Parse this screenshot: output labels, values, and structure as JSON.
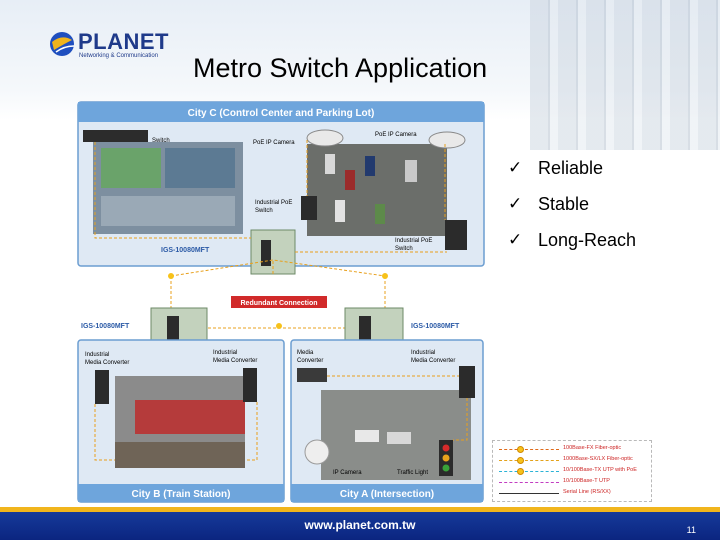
{
  "logo": {
    "brand": "PLANET",
    "tagline": "Networking & Communication"
  },
  "slide": {
    "title": "Metro Switch Application",
    "page_number": "11"
  },
  "bullets": [
    {
      "icon": "checkmark-icon",
      "text": "Reliable"
    },
    {
      "icon": "checkmark-icon",
      "text": "Stable"
    },
    {
      "icon": "checkmark-icon",
      "text": "Long-Reach"
    }
  ],
  "footer": {
    "url": "www.planet.com.tw"
  },
  "diagram": {
    "city_c": "City C (Control Center and Parking Lot)",
    "city_b": "City B (Train Station)",
    "city_a": "City A (Intersection)",
    "redundant": "Redundant Connection",
    "labels": {
      "switch": "Switch",
      "poe_cam_1": "PoE IP Camera",
      "poe_cam_2": "PoE IP Camera",
      "industrial_poe": "Industrial PoE",
      "industrial_poe_2": "Switch",
      "industrial_poe_sw": "Industrial PoE",
      "industrial_poe_sw_2": "Switch",
      "igs_c": "IGS-10080MFT",
      "igs_b": "IGS-10080MFT",
      "igs_a": "IGS-10080MFT",
      "imc_b1": "Industrial",
      "imc_b1_2": "Media Converter",
      "imc_b2": "Industrial",
      "imc_b2_2": "Media Converter",
      "mc_a": "Media",
      "mc_a_2": "Converter",
      "imc_a": "Industrial",
      "imc_a_2": "Media Converter",
      "ip_camera": "IP Camera",
      "traffic_light": "Traffic Light"
    },
    "legend": [
      {
        "text": "100Base-FX Fiber-optic",
        "color": "#e06b1a"
      },
      {
        "text": "1000Base-SX/LX Fiber-optic",
        "color": "#e3a21a"
      },
      {
        "text": "10/100Base-TX UTP with PoE",
        "color": "#2bb3d6"
      },
      {
        "text": "10/100Base-T UTP",
        "color": "#c23cc2"
      },
      {
        "text": "Serial Line (RS/XX)",
        "color": "#333333"
      }
    ],
    "colors": {
      "panel_header": "#7fb0de",
      "fiber": "#e8a01c",
      "switch_box": "#8fae8a"
    }
  }
}
